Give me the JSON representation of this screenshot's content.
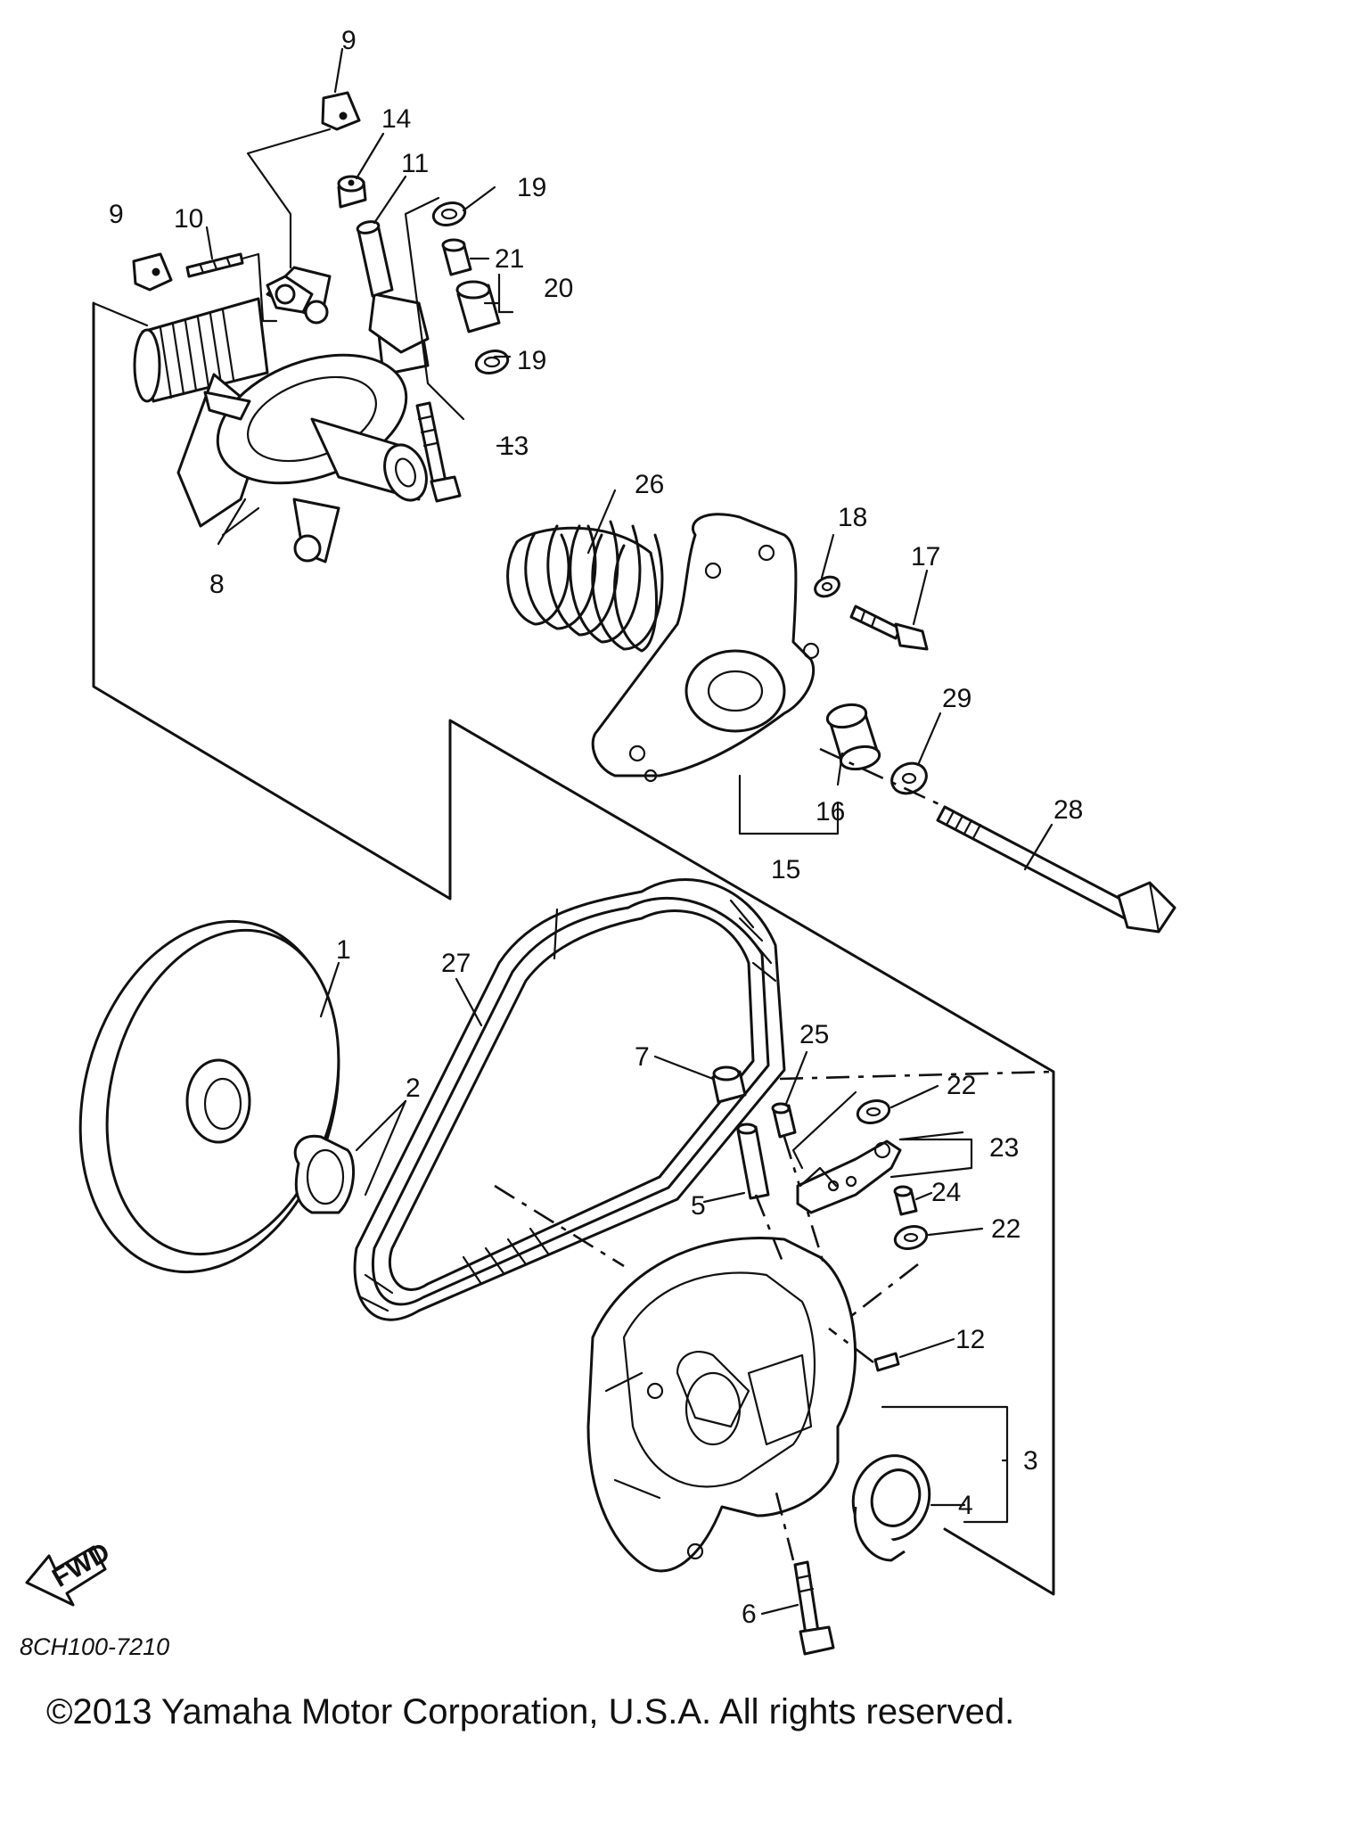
{
  "diagram": {
    "drawing_code": "8CH100-7210",
    "copyright": "©2013 Yamaha Motor Corporation, U.S.A. All rights reserved.",
    "fwd_label": "FWD",
    "callouts": {
      "c1": "1",
      "c2": "2",
      "c3": "3",
      "c4": "4",
      "c5": "5",
      "c6": "6",
      "c7": "7",
      "c8": "8",
      "c9a": "9",
      "c9b": "9",
      "c10": "10",
      "c11": "11",
      "c12": "12",
      "c13": "13",
      "c14": "14",
      "c15": "15",
      "c16": "16",
      "c17": "17",
      "c18": "18",
      "c19a": "19",
      "c19b": "19",
      "c20": "20",
      "c21": "21",
      "c22a": "22",
      "c22b": "22",
      "c23": "23",
      "c24": "24",
      "c25": "25",
      "c26": "26",
      "c27": "27",
      "c28": "28",
      "c29": "29"
    }
  }
}
